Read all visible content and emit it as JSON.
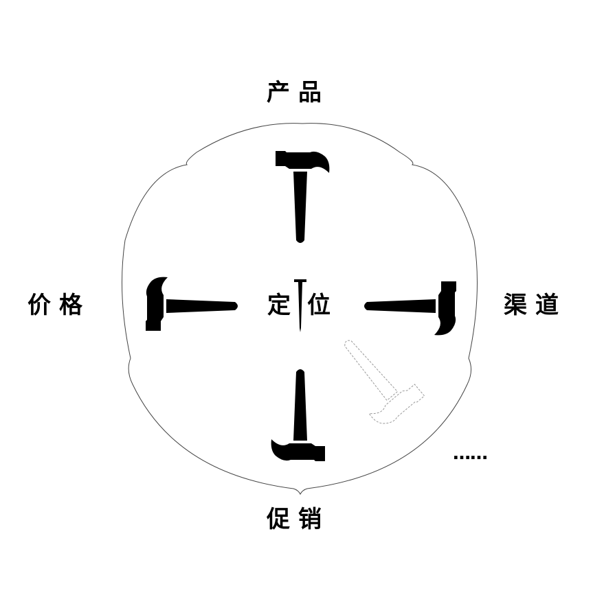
{
  "diagram": {
    "center_label_left": "定",
    "center_label_right": "位",
    "nodes": {
      "top": "产品",
      "left": "价格",
      "right": "渠道",
      "bottom": "促销"
    },
    "more_indicator": "……",
    "icons": {
      "center": "nail-icon",
      "top": "hammer-icon",
      "left": "hammer-icon",
      "right": "hammer-icon",
      "bottom": "hammer-icon",
      "extra": "hammer-outline-icon"
    },
    "colors": {
      "ink": "#000000",
      "outline": "#444444",
      "dashed": "#999999"
    }
  }
}
